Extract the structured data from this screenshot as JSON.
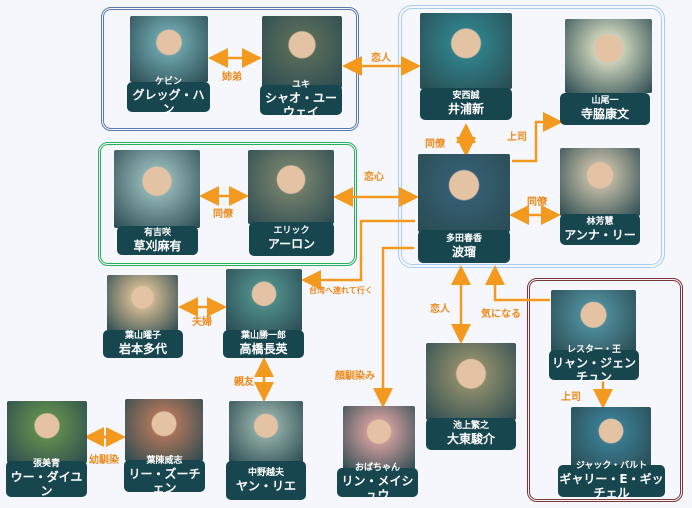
{
  "characters": [
    {
      "role": "ケビン",
      "actor": "グレッグ・ハン"
    },
    {
      "role": "ユキ",
      "actor": "シャオ・ユーウェイ"
    },
    {
      "role": "安西誠",
      "actor": "井浦新"
    },
    {
      "role": "山尾一",
      "actor": "寺脇康文"
    },
    {
      "role": "多田春香",
      "actor": "波瑠"
    },
    {
      "role": "林芳慧",
      "actor": "アンナ・リー"
    },
    {
      "role": "有吉咲",
      "actor": "草刈麻有"
    },
    {
      "role": "エリック",
      "actor": "アーロン"
    },
    {
      "role": "葉山曜子",
      "actor": "岩本多代"
    },
    {
      "role": "葉山勝一郎",
      "actor": "高橋長英"
    },
    {
      "role": "張美青",
      "actor": "ウー・ダイユン"
    },
    {
      "role": "葉陳威志",
      "actor": "リー・ズーチェン"
    },
    {
      "role": "中野越夫",
      "actor": "ヤン・リエ"
    },
    {
      "role": "おばちゃん",
      "actor": "リン・メイシュウ"
    },
    {
      "role": "池上繁之",
      "actor": "大東駿介"
    },
    {
      "role": "レスター・王",
      "actor": "リャン・ジェンチュン"
    },
    {
      "role": "ジャック・バルト",
      "actor": "ギャリー・E・ギッチェル"
    }
  ],
  "relations": {
    "siblings": "姉弟",
    "lovers_top": "恋人",
    "colleague_anzai": "同僚",
    "boss_yamao": "上司",
    "colleague_lin": "同僚",
    "colleague_saki": "同僚",
    "crush": "恋心",
    "taiwan": "台湾へ連れて行く",
    "couple": "夫婦",
    "best_friend": "親友",
    "childhood_obachan": "顔馴染み",
    "lovers_ikegami": "恋人",
    "interested": "気になる",
    "boss_jack": "上司",
    "childhood": "幼馴染"
  },
  "colors": {
    "arrow": "#f39a1e",
    "label_bg": "#17464f"
  }
}
